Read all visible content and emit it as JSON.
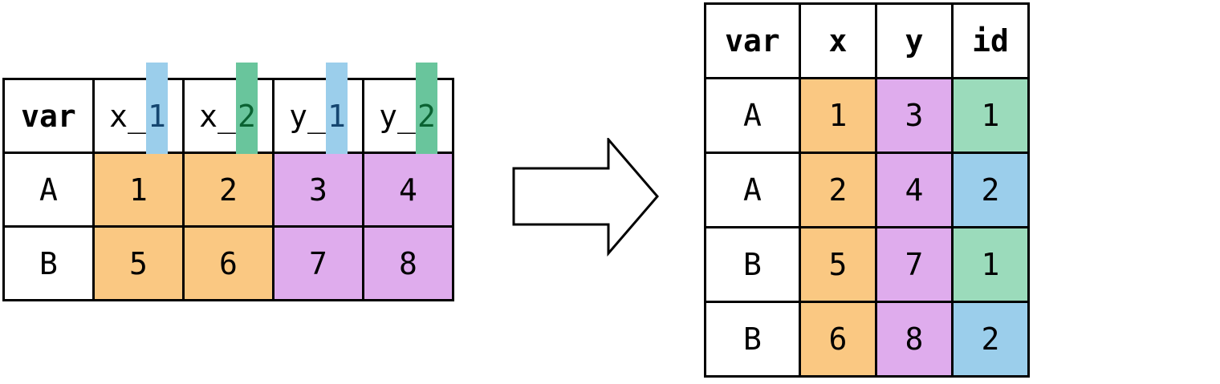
{
  "colors": {
    "x_fill": "#fac882",
    "y_fill": "#dfaced",
    "id1_fill": "#9bdbbb",
    "id2_fill": "#9bceeb",
    "suffix1_hl": "#9bceeb",
    "suffix2_hl": "#69c59c",
    "suffix1_text": "#154670",
    "suffix2_text": "#0a6232"
  },
  "left_table": {
    "headers": [
      {
        "prefix": "var",
        "suffix": ""
      },
      {
        "prefix": "x_",
        "suffix": "1"
      },
      {
        "prefix": "x_",
        "suffix": "2"
      },
      {
        "prefix": "y_",
        "suffix": "1"
      },
      {
        "prefix": "y_",
        "suffix": "2"
      }
    ],
    "rows": [
      [
        "A",
        "1",
        "2",
        "3",
        "4"
      ],
      [
        "B",
        "5",
        "6",
        "7",
        "8"
      ]
    ]
  },
  "right_table": {
    "headers": [
      "var",
      "x",
      "y",
      "id"
    ],
    "rows": [
      [
        "A",
        "1",
        "3",
        "1"
      ],
      [
        "A",
        "2",
        "4",
        "2"
      ],
      [
        "B",
        "5",
        "7",
        "1"
      ],
      [
        "B",
        "6",
        "8",
        "2"
      ]
    ]
  }
}
